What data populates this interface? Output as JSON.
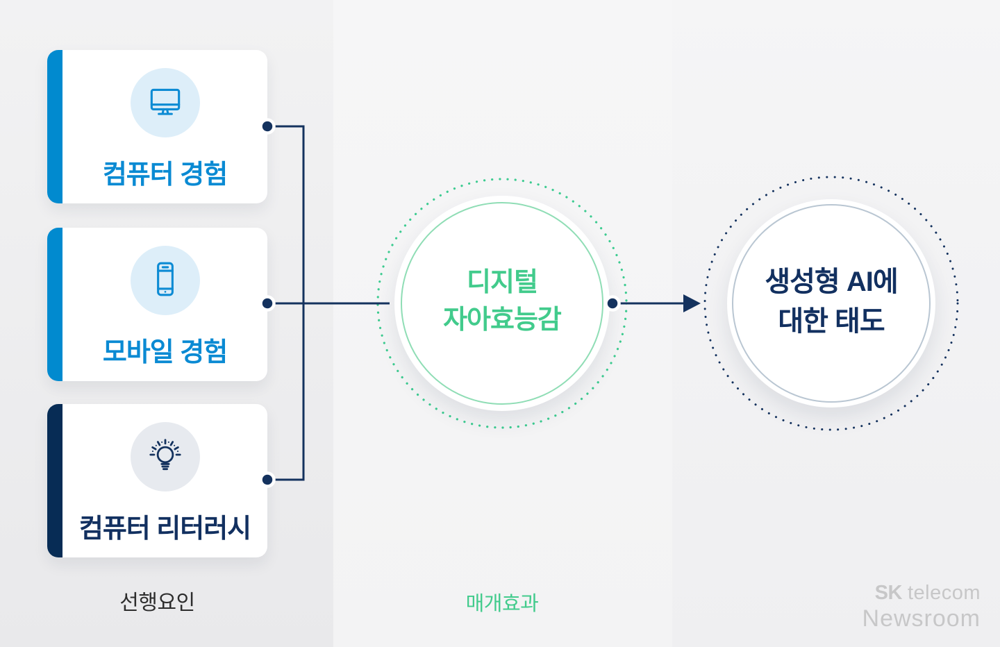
{
  "sections": {
    "antecedents": {
      "label": "선행요인",
      "cards": [
        {
          "title": "컴퓨터 경험",
          "icon": "monitor-icon",
          "accent_color": "#018ACF"
        },
        {
          "title": "모바일 경험",
          "icon": "smartphone-icon",
          "accent_color": "#018ACF"
        },
        {
          "title": "컴퓨터 리터러시",
          "icon": "lightbulb-icon",
          "accent_color": "#072C55"
        }
      ]
    },
    "mediator": {
      "label": "매개효과",
      "node_text_line1": "디지털",
      "node_text_line2": "자아효능감"
    },
    "outcome": {
      "node_text_line1": "생성형 AI에",
      "node_text_line2": "대한 태도"
    }
  },
  "branding": {
    "logo_sk": "SK",
    "logo_telecom": "telecom",
    "logo_newsroom": "Newsroom"
  },
  "colors": {
    "blue_accent": "#0A8AD3",
    "navy_accent": "#14325E",
    "green_accent": "#42CB8C",
    "card_background": "#FFFFFF",
    "icon_circle_blue": "#DDEEF9",
    "icon_circle_gray": "#E7EAEF",
    "logo_gray": "#C7C7C8"
  }
}
